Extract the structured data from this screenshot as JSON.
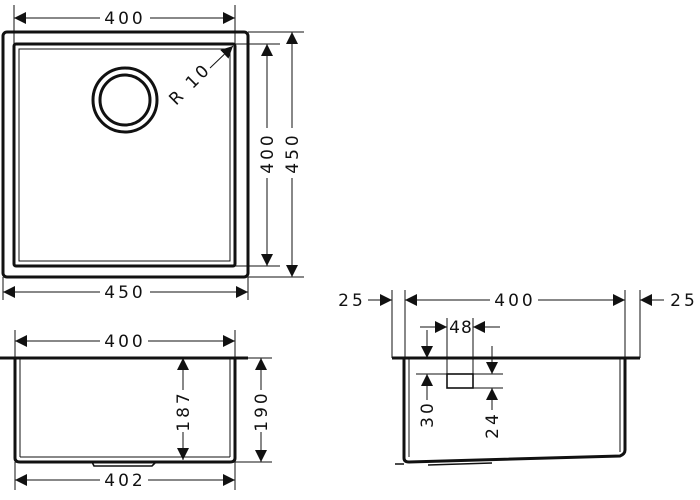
{
  "top_view": {
    "width_inner": "400",
    "width_outer": "450",
    "height_inner": "400",
    "height_outer": "450",
    "radius": "R 10"
  },
  "front_view": {
    "top_width": "400",
    "bottom_width": "402",
    "inner_depth": "187",
    "outer_depth": "190"
  },
  "side_view": {
    "left_margin": "25",
    "width": "400",
    "right_margin": "25",
    "overflow_width": "48",
    "overflow_offset": "30",
    "overflow_height": "24"
  }
}
